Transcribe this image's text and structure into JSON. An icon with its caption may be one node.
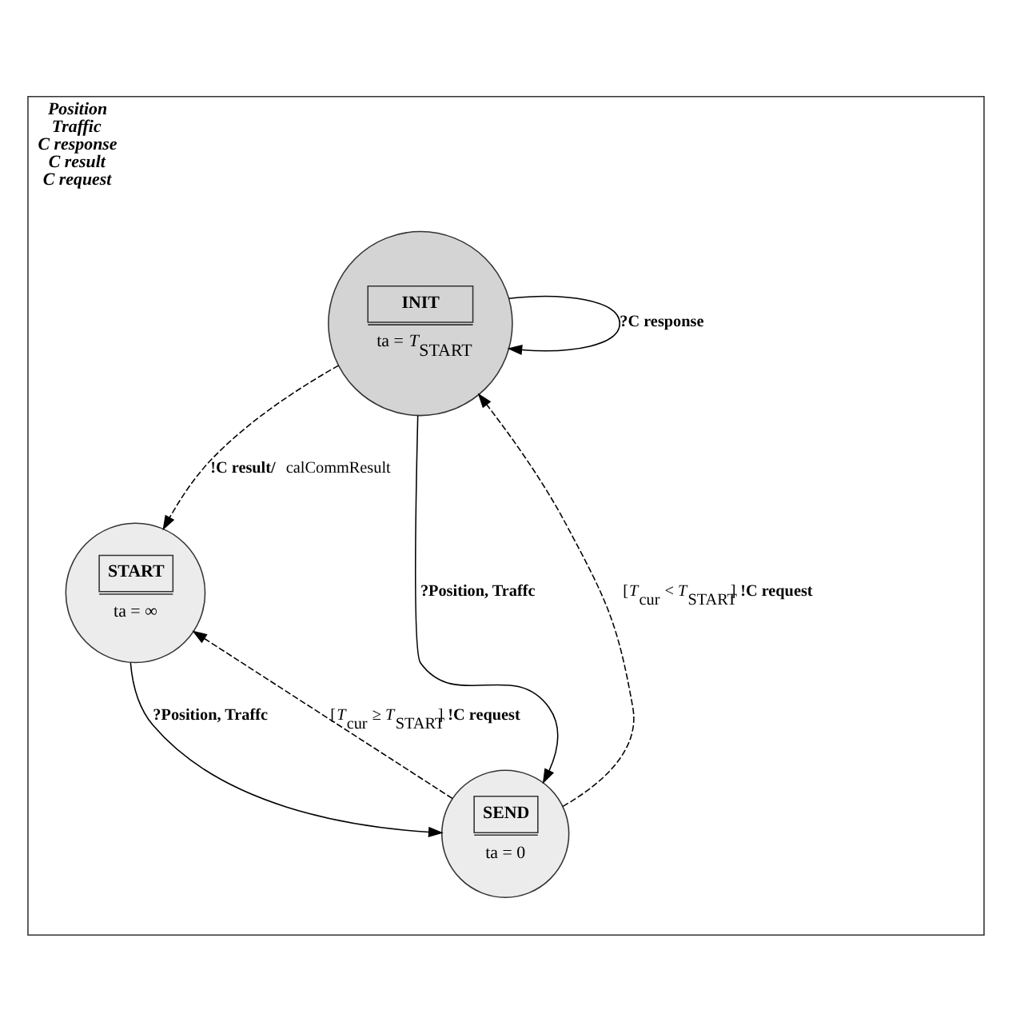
{
  "diagram": {
    "nodes": [
      {
        "text": [
          "Position",
          "Traffic",
          "C response",
          "C result",
          "C request"
        ]
      },
      {
        "text": [
          "INIT",
          "ta = *T*$_{START}$"
        ],
        "in": 0
      },
      {
        "text": [
          "START",
          "ta = ∞"
        ],
        "in": 0
      },
      {
        "text": [
          "SEND",
          "ta = 0"
        ],
        "in": 0
      }
    ],
    "edges": [
      {
        "from": 1,
        "to": 1,
        "arrow": "to",
        "label": "**?C response**"
      },
      {
        "from": 1,
        "to": 2,
        "arrow": "to",
        "style": "dashed",
        "label": "**!C result/** calCommResult"
      },
      {
        "from": 2,
        "to": 3,
        "arrow": "to",
        "label": "**?Position, Traffc**"
      },
      {
        "from": 3,
        "to": 2,
        "arrow": "to",
        "style": "dashed",
        "label": "[*T*$_{cur}$ ≥ *T*$_{START}$] **!C request**"
      },
      {
        "from": 3,
        "to": 1,
        "arrow": "to",
        "style": "dashed",
        "label": "[*T*$_{cur}$ < *T*$_{START}$] **!C request**"
      },
      {
        "from": 1,
        "to": 3,
        "arrow": "to",
        "label": "**?Position, Traffc**"
      }
    ]
  }
}
